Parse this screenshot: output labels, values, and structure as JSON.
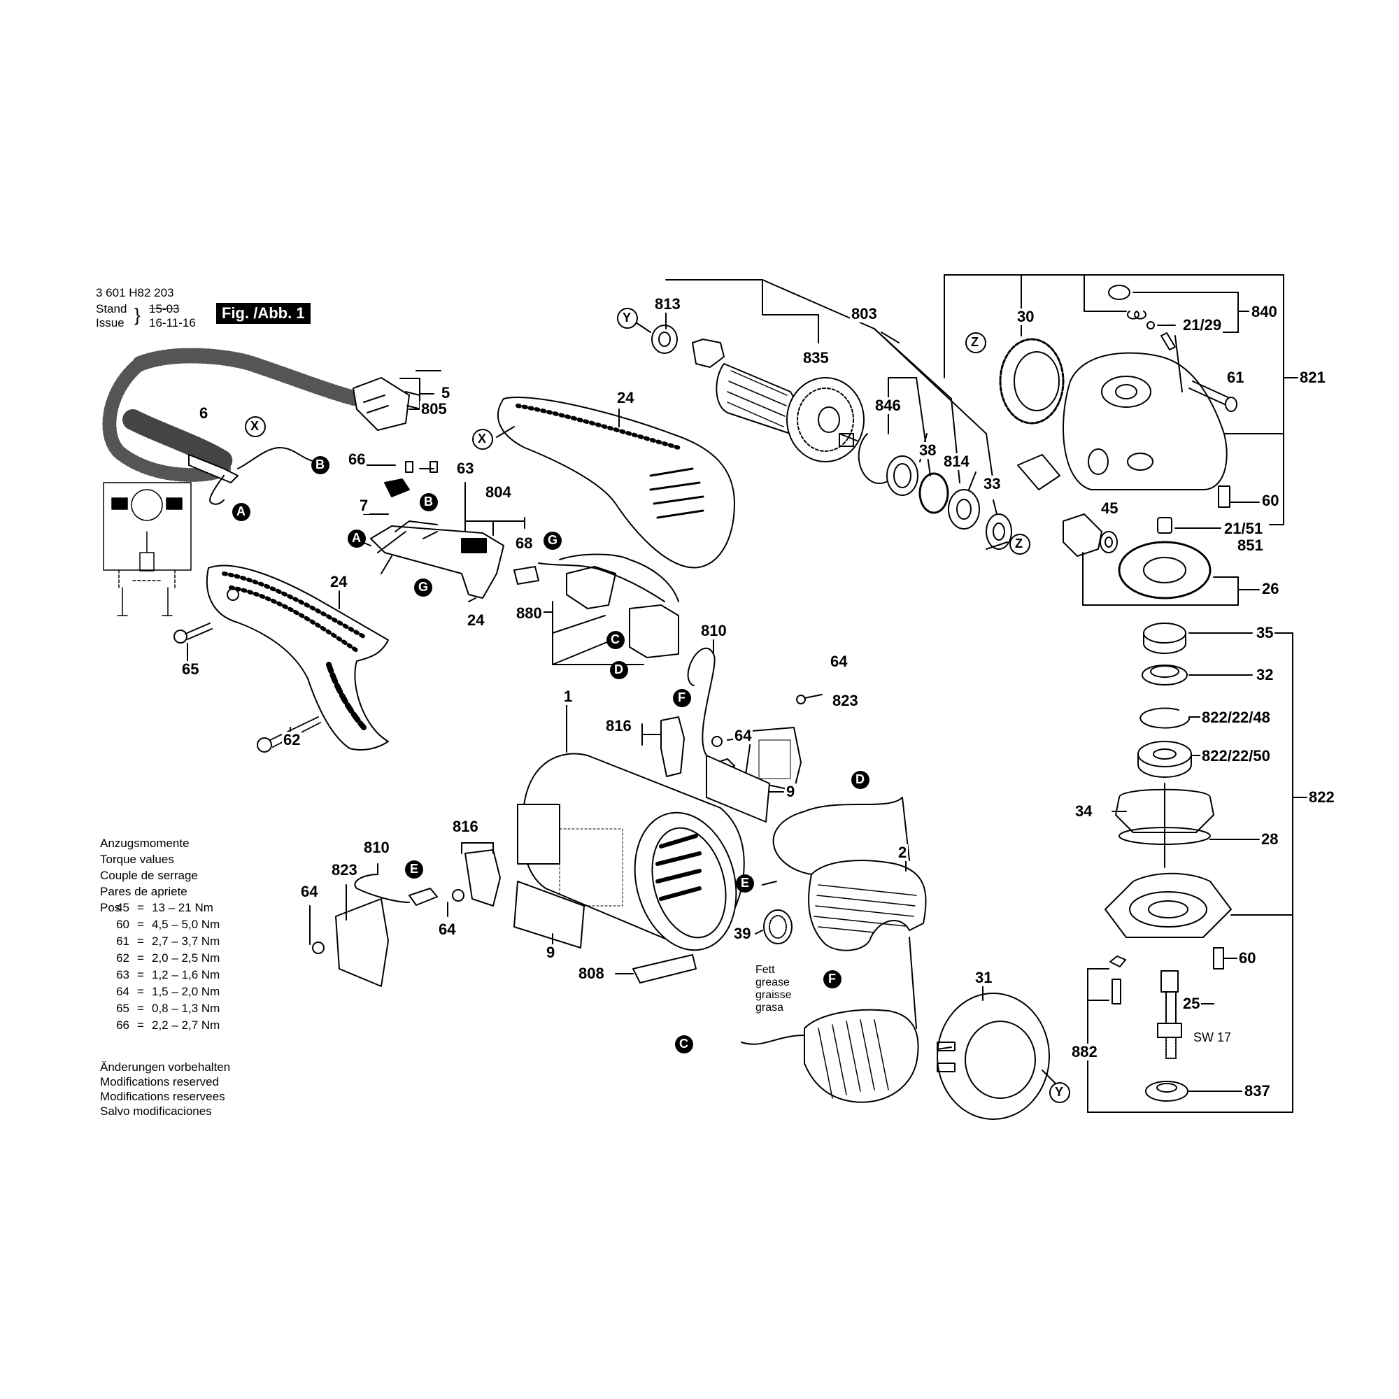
{
  "header": {
    "part_number": "3 601 H82 203",
    "stand_label": "Stand",
    "issue_label": "Issue",
    "stand_value": "15-03",
    "issue_value": "16-11-16",
    "figure_label": "Fig. /Abb. 1"
  },
  "torque": {
    "title_de": "Anzugsmomente",
    "title_en": "Torque values",
    "title_fr": "Couple de serrage",
    "title_es": "Pares de apriete",
    "pos_label": "Pos",
    "rows": [
      {
        "pos": "45",
        "value": "13 – 21 Nm"
      },
      {
        "pos": "60",
        "value": "4,5 – 5,0 Nm"
      },
      {
        "pos": "61",
        "value": "2,7 – 3,7 Nm"
      },
      {
        "pos": "62",
        "value": "2,0 – 2,5 Nm"
      },
      {
        "pos": "63",
        "value": "1,2 – 1,6 Nm"
      },
      {
        "pos": "64",
        "value": "1,5 – 2,0 Nm"
      },
      {
        "pos": "65",
        "value": "0,8 – 1,3 Nm"
      },
      {
        "pos": "66",
        "value": "2,2 – 2,7 Nm"
      }
    ]
  },
  "notice": {
    "de": "Änderungen vorbehalten",
    "en": "Modifications reserved",
    "fr": "Modifications reservees",
    "es": "Salvo modificaciones"
  },
  "grease_note": [
    "Fett",
    "grease",
    "graisse",
    "grasa"
  ],
  "part_labels": {
    "p5": "5",
    "p805": "805",
    "p6": "6",
    "p66": "66",
    "p63": "63",
    "p7": "7",
    "p804": "804",
    "p68": "68",
    "p24a": "24",
    "p24b": "24",
    "p24c": "24",
    "p65": "65",
    "p62": "62",
    "p880": "880",
    "p810a": "810",
    "p64a": "64",
    "p823a": "823",
    "p816a": "816",
    "p64b": "64",
    "p1": "1",
    "p9a": "9",
    "p9b": "9",
    "p816b": "816",
    "p810b": "810",
    "p823b": "823",
    "p64c": "64",
    "p64d": "64",
    "p808": "808",
    "p2": "2",
    "p39": "39",
    "p31": "31",
    "p813": "813",
    "p803": "803",
    "p835": "835",
    "p846": "846",
    "p38": "38",
    "p814": "814",
    "p33": "33",
    "p30": "30",
    "p840": "840",
    "p2129": "21/29",
    "p61": "61",
    "p821": "821",
    "p60a": "60",
    "p2151": "21/51",
    "p851": "851",
    "p45": "45",
    "p26": "26",
    "p35": "35",
    "p32": "32",
    "p8222248": "822/22/48",
    "p8222250": "822/22/50",
    "p822": "822",
    "p34": "34",
    "p28": "28",
    "p60b": "60",
    "p25": "25",
    "sw17": "SW 17",
    "p882": "882",
    "p837": "837"
  },
  "connectors": {
    "X": "X",
    "Y": "Y",
    "Z": "Z",
    "A": "A",
    "B": "B",
    "C": "C",
    "D": "D",
    "E": "E",
    "F": "F",
    "G": "G"
  }
}
